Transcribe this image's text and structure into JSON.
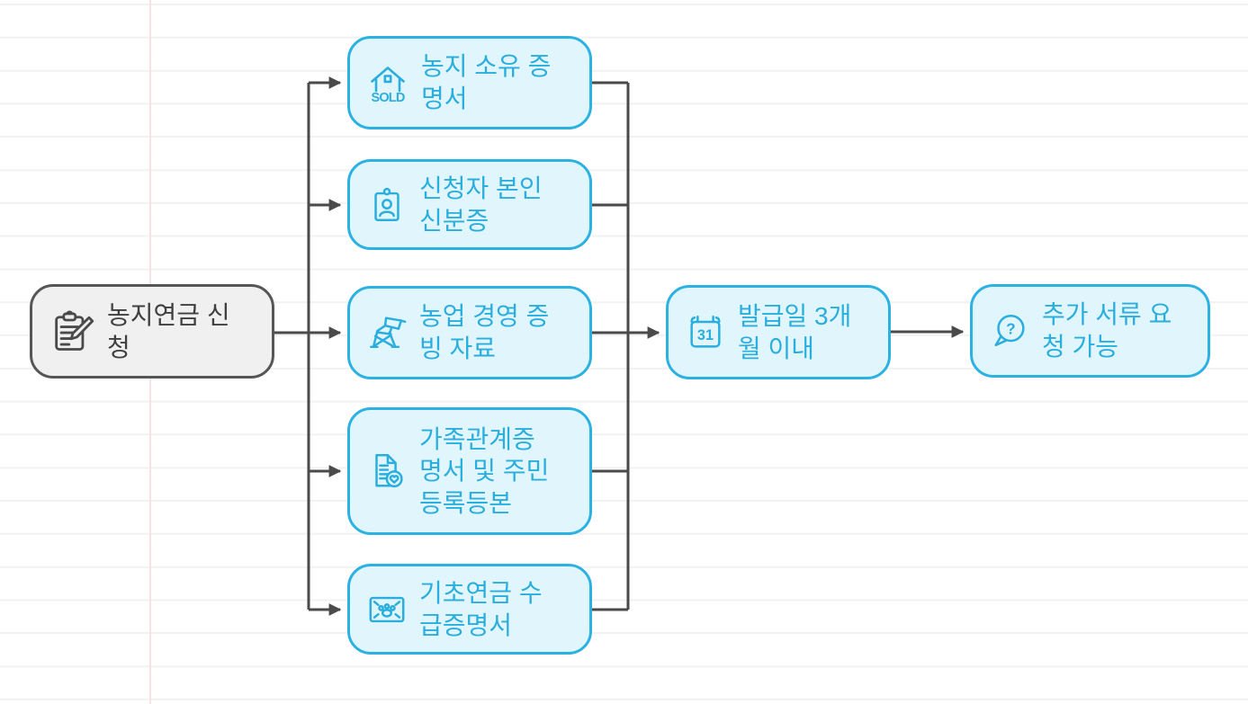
{
  "diagram": {
    "root": {
      "label": "농지연금 신\n청"
    },
    "documents": [
      {
        "label": "농지 소유 증\n명서",
        "icon_text": "SOLD"
      },
      {
        "label": "신청자 본인\n신분증"
      },
      {
        "label": "농업 경영 증\n빙 자료"
      },
      {
        "label": "가족관계증\n명서 및 주민\n등록등본"
      },
      {
        "label": "기초연금 수\n급증명서"
      }
    ],
    "validity": {
      "label": "발급일 3개\n월 이내",
      "icon_text": "31"
    },
    "extra": {
      "label": "추가 서류 요\n청 가능",
      "icon_text": "?"
    }
  },
  "colors": {
    "accent": "#2aaede",
    "accent_fill": "#e1f5fc",
    "root_border": "#565656",
    "root_fill": "#f0f0f0",
    "connector": "#4a4a4a",
    "rule_line": "#f2f2f4",
    "margin_line": "#f7e3e3"
  }
}
